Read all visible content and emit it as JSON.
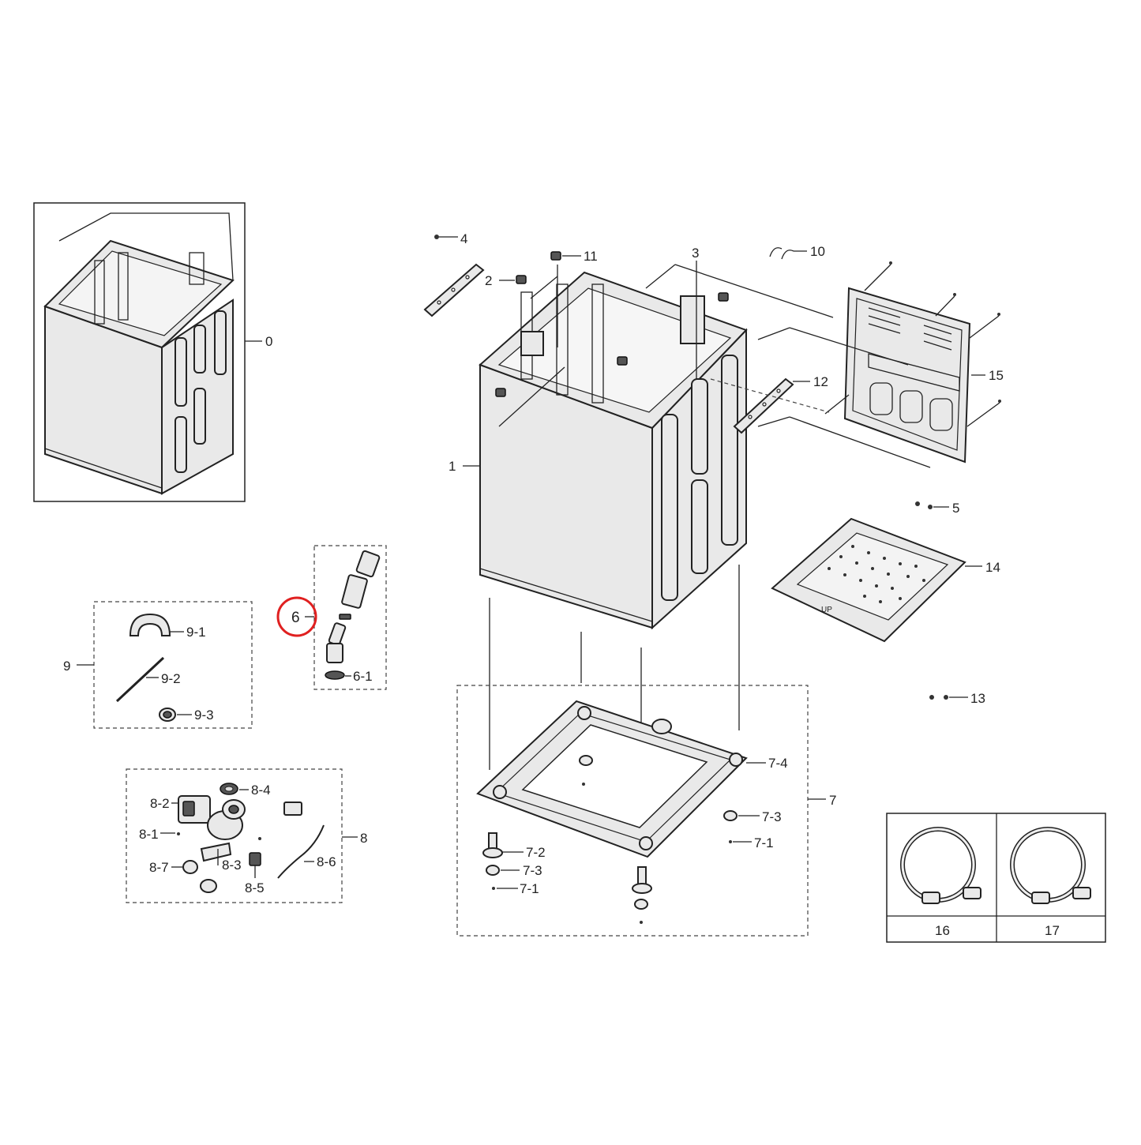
{
  "highlight": {
    "label": "6",
    "color": "#e02020"
  },
  "callouts": {
    "c0": "0",
    "c1": "1",
    "c2": "2",
    "c3": "3",
    "c4": "4",
    "c5": "5",
    "c6_1": "6-1",
    "c7": "7",
    "c7_1a": "7-1",
    "c7_1b": "7-1",
    "c7_2": "7-2",
    "c7_3a": "7-3",
    "c7_3b": "7-3",
    "c7_4": "7-4",
    "c8": "8",
    "c8_1": "8-1",
    "c8_2": "8-2",
    "c8_3": "8-3",
    "c8_4": "8-4",
    "c8_5": "8-5",
    "c8_6": "8-6",
    "c8_7": "8-7",
    "c9": "9",
    "c9_1": "9-1",
    "c9_2": "9-2",
    "c9_3": "9-3",
    "c10": "10",
    "c11": "11",
    "c12": "12",
    "c13": "13",
    "c14": "14",
    "c15": "15",
    "c16": "16",
    "c17": "17"
  }
}
